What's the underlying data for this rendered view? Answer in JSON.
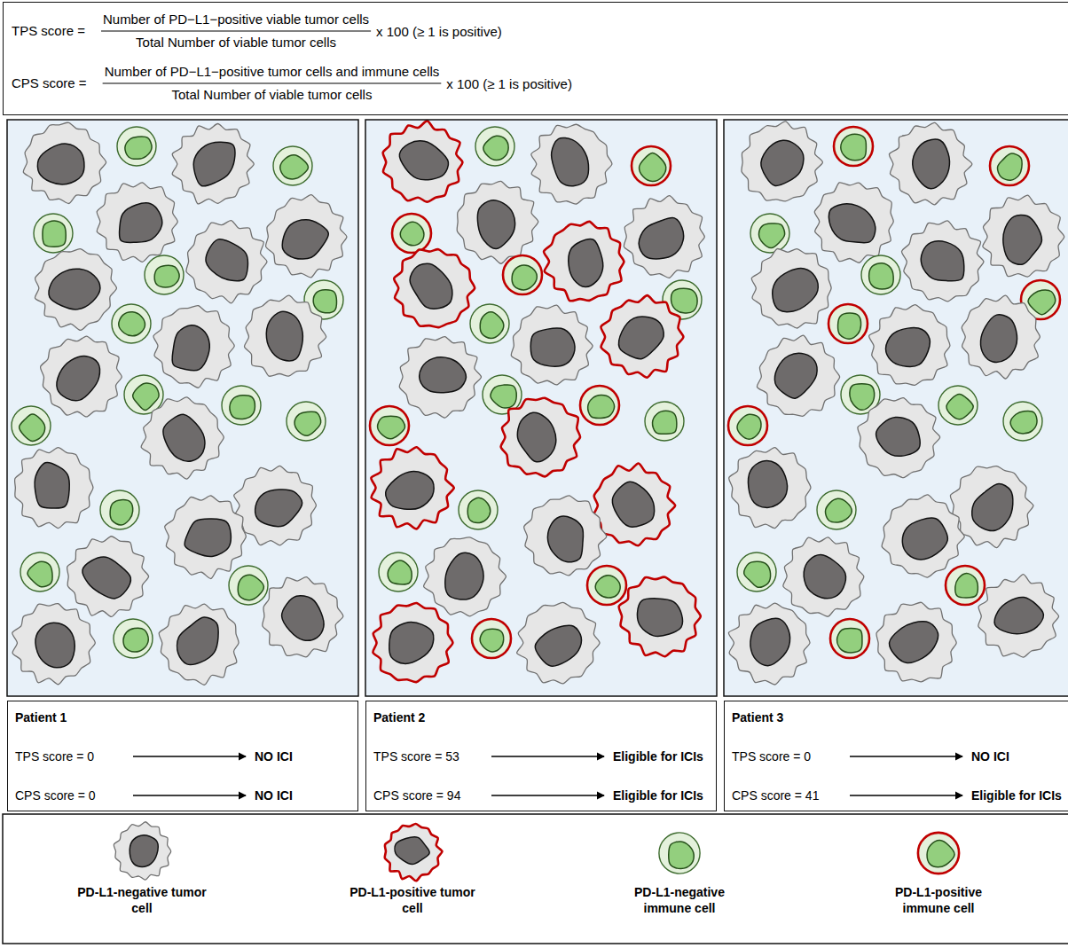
{
  "diagram": {
    "nodes": [
      {
        "text": [
          "TPS score =",
          "Number of PD−L1−positive viable tumor cells",
          "Total Number of viable tumor cells",
          "x 100 (≥ 1 is positive)",
          "CPS score =",
          "Number of PD−L1−positive tumor cells and immune cells",
          "Total Number of viable tumor cells",
          "x 100 (≥ 1 is positive)"
        ]
      },
      {
        "text": [
          "Patient 1",
          "TPS score = 0",
          "NO ICI",
          "CPS score = 0",
          "NO ICI"
        ]
      },
      {
        "text": [
          "Patient 2",
          "TPS score = 53",
          "Eligible for ICIs",
          "CPS score = 94",
          "Eligible for ICIs"
        ]
      },
      {
        "text": [
          "Patient 3",
          "TPS score = 0",
          "NO ICI",
          "CPS score = 41",
          "Eligible for ICIs"
        ]
      }
    ],
    "legend": [
      {
        "text": "PD-L1-negative tumor cell"
      },
      {
        "text": "PD-L1-positive tumor cell"
      },
      {
        "text": "PD-L1-negative immune cell"
      },
      {
        "text": "PD-L1-positive immune cell"
      }
    ]
  }
}
